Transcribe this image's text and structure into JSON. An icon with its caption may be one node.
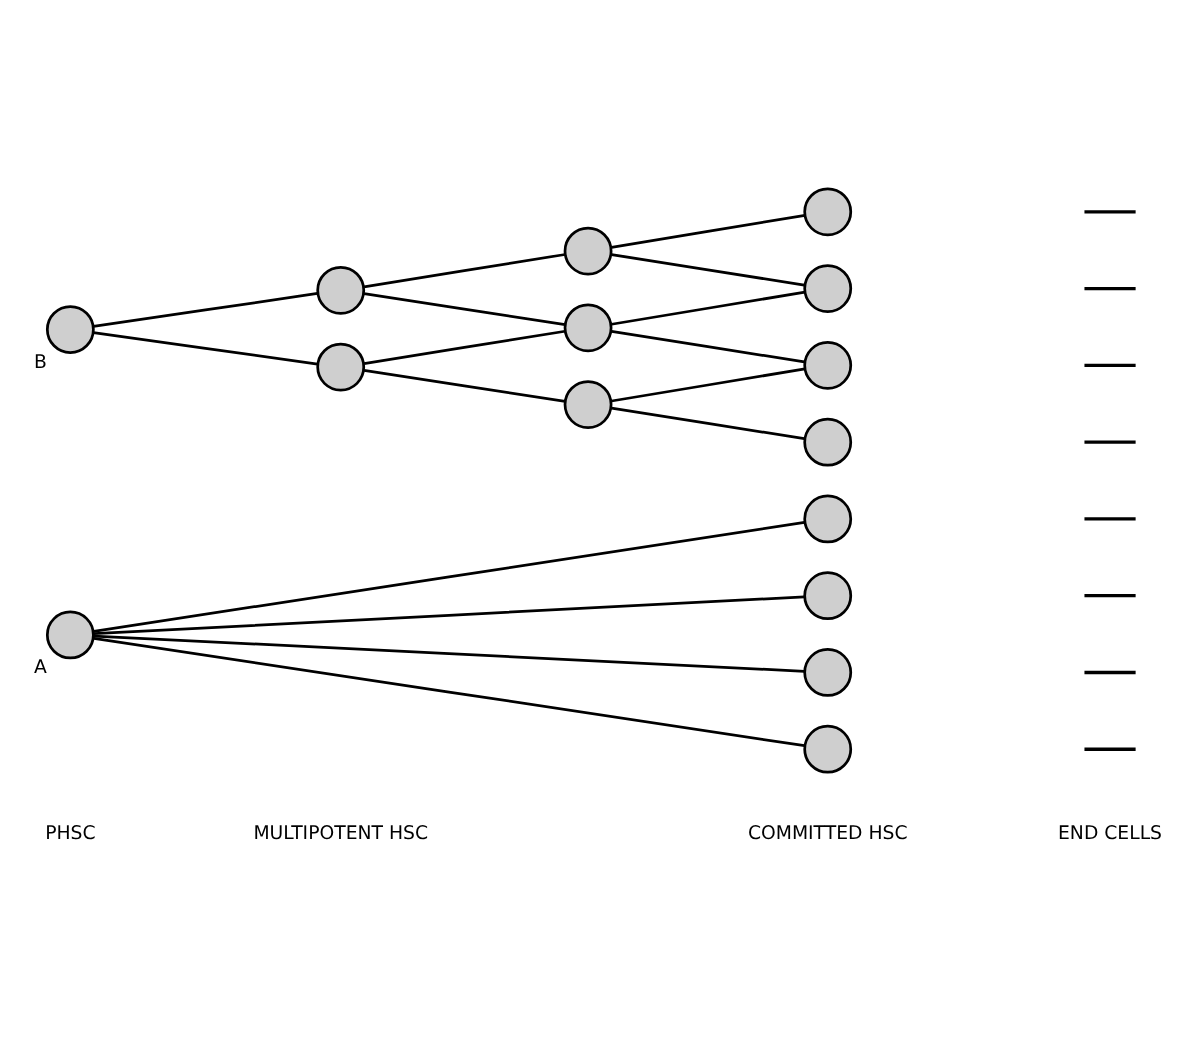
{
  "diagram": {
    "nodes": [
      {
        "text": [],
        "shape": "circle",
        "beside": [
          "A"
        ]
      },
      {
        "text": [],
        "shape": "circle"
      },
      {
        "text": [],
        "shape": "circle"
      },
      {
        "text": [],
        "shape": "circle"
      },
      {
        "text": [],
        "shape": "circle"
      },
      {
        "text": [],
        "shape": "circle",
        "beside": [
          "B"
        ]
      },
      {
        "text": [],
        "shape": "circle"
      },
      {
        "text": [],
        "shape": "circle"
      },
      {
        "text": [],
        "shape": "circle"
      },
      {
        "text": [],
        "shape": "circle"
      },
      {
        "text": [],
        "shape": "circle"
      },
      {
        "text": [],
        "shape": "circle"
      },
      {
        "text": [],
        "shape": "circle"
      },
      {
        "text": [],
        "shape": "circle"
      },
      {
        "text": [],
        "shape": "circle"
      },
      {
        "text": [],
        "shape": "bar"
      },
      {
        "text": [],
        "shape": "bar"
      },
      {
        "text": [],
        "shape": "bar"
      },
      {
        "text": [],
        "shape": "bar"
      },
      {
        "text": [],
        "shape": "bar"
      },
      {
        "text": [],
        "shape": "bar"
      },
      {
        "text": [],
        "shape": "bar"
      },
      {
        "text": [],
        "shape": "bar"
      }
    ],
    "edges": [
      {
        "from": 0,
        "to": 1,
        "arrow": "none"
      },
      {
        "from": 0,
        "to": 2,
        "arrow": "none"
      },
      {
        "from": 0,
        "to": 3,
        "arrow": "none"
      },
      {
        "from": 0,
        "to": 4,
        "arrow": "none"
      },
      {
        "from": 5,
        "to": 6,
        "arrow": "none"
      },
      {
        "from": 5,
        "to": 7,
        "arrow": "none"
      },
      {
        "from": 6,
        "to": 8,
        "arrow": "none"
      },
      {
        "from": 6,
        "to": 9,
        "arrow": "none"
      },
      {
        "from": 7,
        "to": 9,
        "arrow": "none"
      },
      {
        "from": 7,
        "to": 10,
        "arrow": "none"
      },
      {
        "from": 8,
        "to": 11,
        "arrow": "none"
      },
      {
        "from": 8,
        "to": 12,
        "arrow": "none"
      },
      {
        "from": 9,
        "to": 12,
        "arrow": "none"
      },
      {
        "from": 9,
        "to": 13,
        "arrow": "none"
      },
      {
        "from": 10,
        "to": 13,
        "arrow": "none"
      },
      {
        "from": 10,
        "to": 14,
        "arrow": "none"
      }
    ],
    "labels": [
      "PHSC",
      "MULTIPOTENT HSC",
      "COMMITTED HSC",
      "END CELLS"
    ]
  }
}
